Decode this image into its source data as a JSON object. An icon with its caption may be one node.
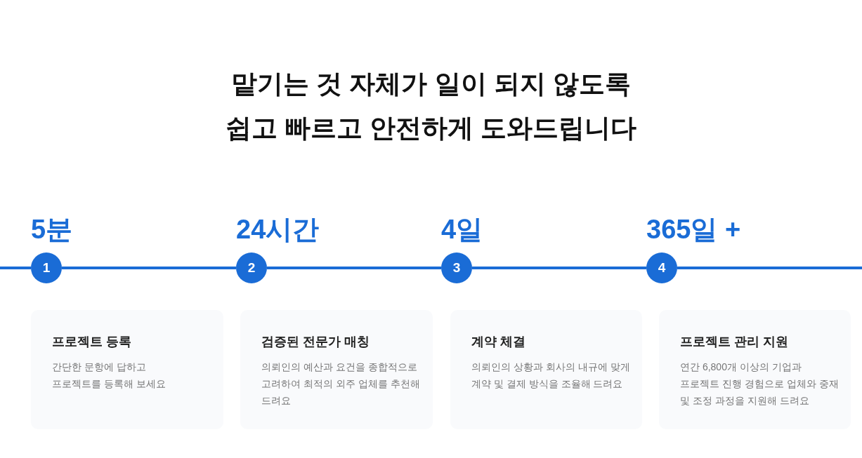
{
  "diagram": {
    "title": "맡기는 것 자체가 일이 되지 않도록 쉽고 빠르고 안전하게 도와드립니다",
    "nodes": [
      {
        "text": [
          "1"
        ],
        "beside": [
          "5분"
        ]
      },
      {
        "text": [
          "2"
        ],
        "beside": [
          "24시간"
        ]
      },
      {
        "text": [
          "3"
        ],
        "beside": [
          "4일"
        ]
      },
      {
        "text": [
          "4"
        ],
        "beside": [
          "365일 +"
        ]
      },
      {
        "text": [
          "프로젝트 등록",
          "간단한 문항에 답하고 프로젝트를 등록해 보세요"
        ]
      },
      {
        "text": [
          "검증된 전문가 매칭",
          "의뢰인의 예산과 요건을 종합적으로 고려하여 최적의 외주 업체를 추천해 드려요"
        ]
      },
      {
        "text": [
          "계약 체결",
          "의뢰인의 상황과 회사의 내규에 맞게 계약 및 결제 방식을 조율해 드려요"
        ]
      },
      {
        "text": [
          "프로젝트 관리 지원",
          "연간 6,800개 이상의 기업과 프로젝트 진행 경험으로 업체와 중재 및 조정 과정을 지원해 드려요"
        ]
      }
    ],
    "edges": [
      {
        "from": null,
        "to": 0,
        "arrow": "none"
      },
      {
        "from": 0,
        "to": 1,
        "arrow": "none"
      },
      {
        "from": 1,
        "to": 2,
        "arrow": "none"
      },
      {
        "from": 2,
        "to": 3,
        "arrow": "none"
      },
      {
        "from": 3,
        "to": null,
        "arrow": "none"
      }
    ]
  }
}
